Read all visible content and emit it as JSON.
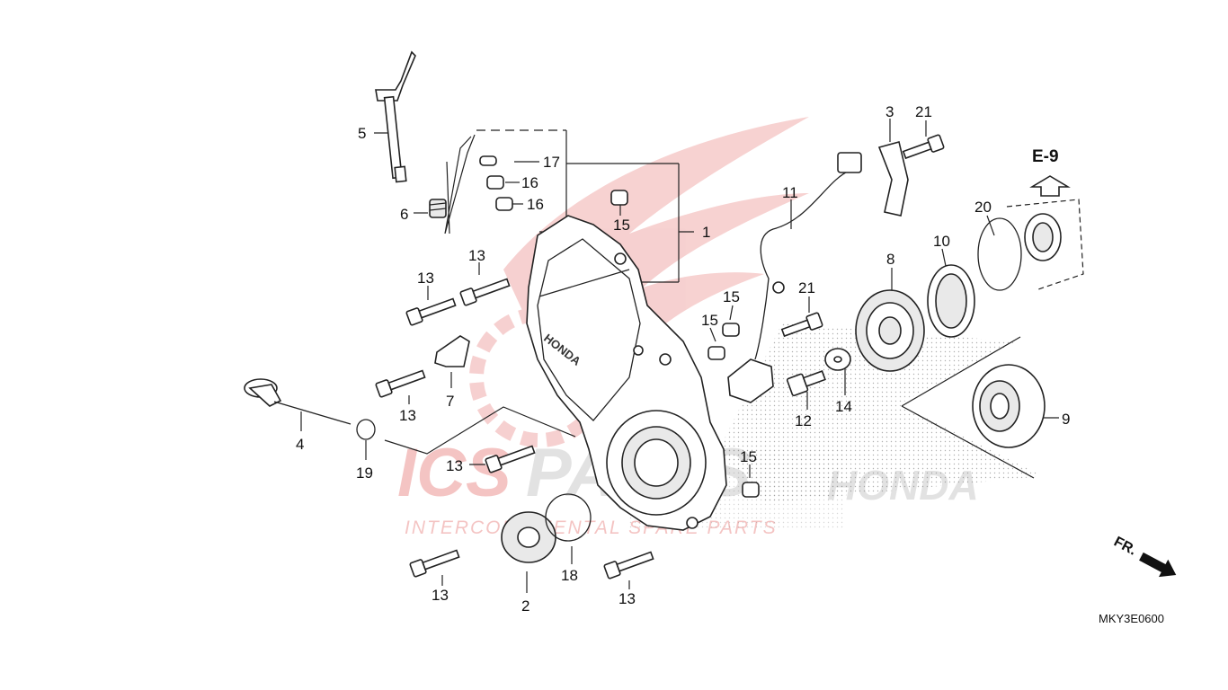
{
  "watermark": {
    "brand_a": "ICS",
    "brand_b": "PARTS",
    "tagline": "INTERCONTINENTAL SPARE PARTS",
    "maker": "HONDA",
    "brand_color": "#d9302c"
  },
  "cover_emboss": "HONDA",
  "direction": {
    "label": "FR."
  },
  "reference": {
    "label": "E-9"
  },
  "diagram_code": "MKY3E0600",
  "callouts": [
    "1",
    "2",
    "3",
    "4",
    "5",
    "6",
    "7",
    "8",
    "9",
    "10",
    "11",
    "12",
    "13",
    "13",
    "13",
    "13",
    "13",
    "13",
    "14",
    "15",
    "15",
    "15",
    "15",
    "16",
    "16",
    "17",
    "18",
    "19",
    "20",
    "21",
    "21"
  ]
}
